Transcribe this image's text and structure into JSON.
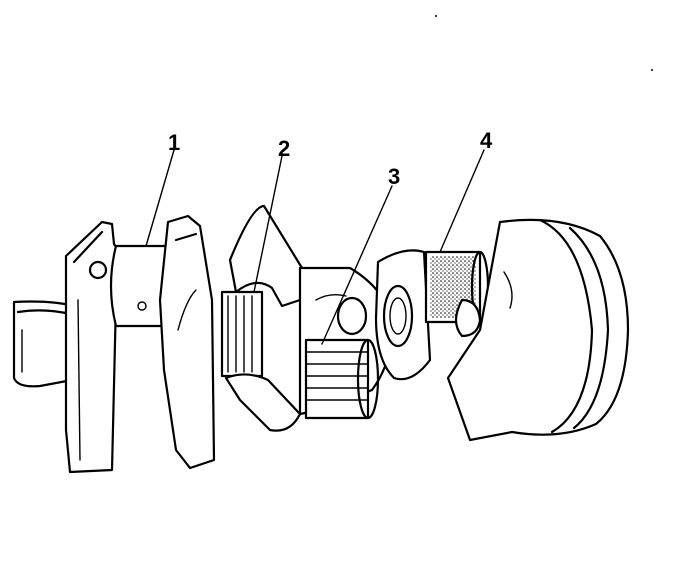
{
  "callouts": [
    {
      "label": "1",
      "item": "crankshaft-bearing-journal-1"
    },
    {
      "label": "2",
      "item": "crankshaft-bearing-journal-2"
    },
    {
      "label": "3",
      "item": "crankshaft-bearing-journal-3"
    },
    {
      "label": "4",
      "item": "crankshaft-bearing-journal-4"
    }
  ],
  "colors": {
    "ink": "#000000",
    "paper": "#ffffff"
  }
}
